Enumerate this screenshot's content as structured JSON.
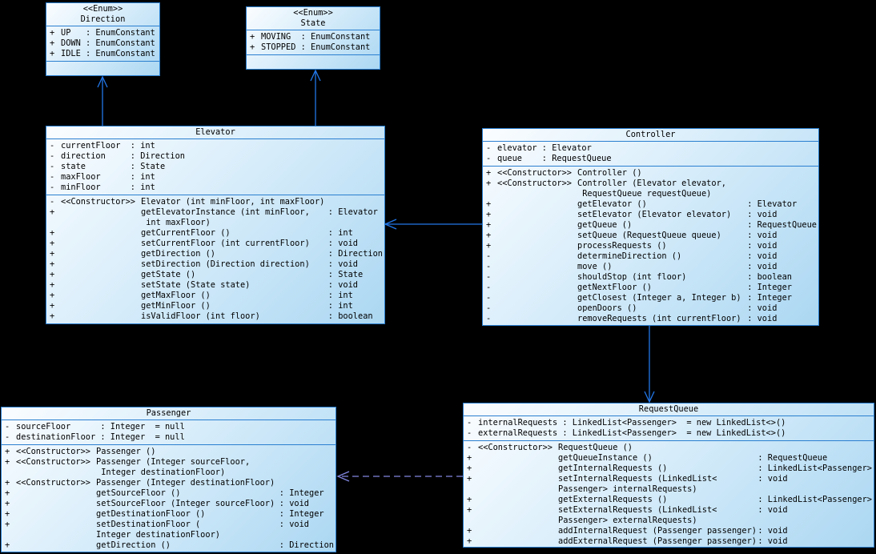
{
  "diagram": {
    "background_color": "#000000",
    "box_border_color": "#2a7fd0",
    "box_fill_top": "#fbfdff",
    "box_fill_bottom": "#abd7f2",
    "arrow_color": "#2277e8",
    "dashed_arrow_color": "#8287e0",
    "text_color": "#000000"
  },
  "classes": {
    "direction": {
      "stereotype": "<<Enum>>",
      "name": "Direction",
      "attributes": [
        {
          "v": "+",
          "text": "UP   : EnumConstant"
        },
        {
          "v": "+",
          "text": "DOWN : EnumConstant"
        },
        {
          "v": "+",
          "text": "IDLE : EnumConstant"
        }
      ],
      "methods": []
    },
    "state": {
      "stereotype": "<<Enum>>",
      "name": "State",
      "attributes": [
        {
          "v": "+",
          "text": "MOVING  : EnumConstant"
        },
        {
          "v": "+",
          "text": "STOPPED : EnumConstant"
        }
      ],
      "methods": []
    },
    "elevator": {
      "name": "Elevator",
      "attributes": [
        {
          "v": "-",
          "text": "currentFloor  : int"
        },
        {
          "v": "-",
          "text": "direction     : Direction"
        },
        {
          "v": "-",
          "text": "state         : State"
        },
        {
          "v": "-",
          "text": "maxFloor      : int"
        },
        {
          "v": "-",
          "text": "minFloor      : int"
        }
      ],
      "methods": [
        {
          "v": "-",
          "st": "<<Constructor>>",
          "sig": "Elevator (int minFloor, int maxFloor)",
          "ret": ""
        },
        {
          "v": "+",
          "st": "",
          "sig": "getElevatorInstance (int minFloor,\n int maxFloor)",
          "ret": ": Elevator"
        },
        {
          "v": "+",
          "st": "",
          "sig": "getCurrentFloor ()",
          "ret": ": int"
        },
        {
          "v": "+",
          "st": "",
          "sig": "setCurrentFloor (int currentFloor)",
          "ret": ": void"
        },
        {
          "v": "+",
          "st": "",
          "sig": "getDirection ()",
          "ret": ": Direction"
        },
        {
          "v": "+",
          "st": "",
          "sig": "setDirection (Direction direction)",
          "ret": ": void"
        },
        {
          "v": "+",
          "st": "",
          "sig": "getState ()",
          "ret": ": State"
        },
        {
          "v": "+",
          "st": "",
          "sig": "setState (State state)",
          "ret": ": void"
        },
        {
          "v": "+",
          "st": "",
          "sig": "getMaxFloor ()",
          "ret": ": int"
        },
        {
          "v": "+",
          "st": "",
          "sig": "getMinFloor ()",
          "ret": ": int"
        },
        {
          "v": "+",
          "st": "",
          "sig": "isValidFloor (int floor)",
          "ret": ": boolean"
        }
      ]
    },
    "controller": {
      "name": "Controller",
      "attributes": [
        {
          "v": "-",
          "text": "elevator : Elevator"
        },
        {
          "v": "-",
          "text": "queue    : RequestQueue"
        }
      ],
      "methods": [
        {
          "v": "+",
          "st": "<<Constructor>>",
          "sig": "Controller ()",
          "ret": ""
        },
        {
          "v": "+",
          "st": "<<Constructor>>",
          "sig": "Controller (Elevator elevator,\n RequestQueue requestQueue)",
          "ret": ""
        },
        {
          "v": "+",
          "st": "",
          "sig": "getElevator ()",
          "ret": ": Elevator"
        },
        {
          "v": "+",
          "st": "",
          "sig": "setElevator (Elevator elevator)",
          "ret": ": void"
        },
        {
          "v": "+",
          "st": "",
          "sig": "getQueue ()",
          "ret": ": RequestQueue"
        },
        {
          "v": "+",
          "st": "",
          "sig": "setQueue (RequestQueue queue)",
          "ret": ": void"
        },
        {
          "v": "+",
          "st": "",
          "sig": "processRequests ()",
          "ret": ": void"
        },
        {
          "v": "-",
          "st": "",
          "sig": "determineDirection ()",
          "ret": ": void"
        },
        {
          "v": "-",
          "st": "",
          "sig": "move ()",
          "ret": ": void"
        },
        {
          "v": "-",
          "st": "",
          "sig": "shouldStop (int floor)",
          "ret": ": boolean"
        },
        {
          "v": "-",
          "st": "",
          "sig": "getNextFloor ()",
          "ret": ": Integer"
        },
        {
          "v": "-",
          "st": "",
          "sig": "getClosest (Integer a, Integer b)",
          "ret": ": Integer"
        },
        {
          "v": "-",
          "st": "",
          "sig": "openDoors ()",
          "ret": ": void"
        },
        {
          "v": "-",
          "st": "",
          "sig": "removeRequests (int currentFloor)",
          "ret": ": void"
        }
      ]
    },
    "passenger": {
      "name": "Passenger",
      "attributes": [
        {
          "v": "-",
          "text": "sourceFloor      : Integer  = null"
        },
        {
          "v": "-",
          "text": "destinationFloor : Integer  = null"
        }
      ],
      "methods": [
        {
          "v": "+",
          "st": "<<Constructor>>",
          "sig": "Passenger ()",
          "ret": ""
        },
        {
          "v": "+",
          "st": "<<Constructor>>",
          "sig": "Passenger (Integer sourceFloor,\n Integer destinationFloor)",
          "ret": ""
        },
        {
          "v": "+",
          "st": "<<Constructor>>",
          "sig": "Passenger (Integer destinationFloor)",
          "ret": ""
        },
        {
          "v": "+",
          "st": "",
          "sig": "getSourceFloor ()",
          "ret": ": Integer"
        },
        {
          "v": "+",
          "st": "",
          "sig": "setSourceFloor (Integer sourceFloor)",
          "ret": ": void"
        },
        {
          "v": "+",
          "st": "",
          "sig": "getDestinationFloor ()",
          "ret": ": Integer"
        },
        {
          "v": "+",
          "st": "",
          "sig": "setDestinationFloor (\nInteger destinationFloor)",
          "ret": ": void"
        },
        {
          "v": "+",
          "st": "",
          "sig": "getDirection ()",
          "ret": ": Direction"
        }
      ]
    },
    "requestqueue": {
      "name": "RequestQueue",
      "attributes": [
        {
          "v": "-",
          "text": "internalRequests : LinkedList<Passenger>  = new LinkedList<>()"
        },
        {
          "v": "-",
          "text": "externalRequests : LinkedList<Passenger>  = new LinkedList<>()"
        }
      ],
      "methods": [
        {
          "v": "-",
          "st": "<<Constructor>>",
          "sig": "RequestQueue ()",
          "ret": ""
        },
        {
          "v": "+",
          "st": "",
          "sig": "getQueueInstance ()",
          "ret": ": RequestQueue"
        },
        {
          "v": "+",
          "st": "",
          "sig": "getInternalRequests ()",
          "ret": ": LinkedList<Passenger>"
        },
        {
          "v": "+",
          "st": "",
          "sig": "setInternalRequests (LinkedList<\nPassenger> internalRequests)",
          "ret": ": void"
        },
        {
          "v": "+",
          "st": "",
          "sig": "getExternalRequests ()",
          "ret": ": LinkedList<Passenger>"
        },
        {
          "v": "+",
          "st": "",
          "sig": "setExternalRequests (LinkedList<\nPassenger> externalRequests)",
          "ret": ": void"
        },
        {
          "v": "+",
          "st": "",
          "sig": "addInternalRequest (Passenger passenger)",
          "ret": ": void"
        },
        {
          "v": "+",
          "st": "",
          "sig": "addExternalRequest (Passenger passenger)",
          "ret": ": void"
        }
      ]
    }
  },
  "relationships": [
    {
      "from": "Elevator",
      "to": "Direction",
      "style": "solid",
      "arrowhead": "open"
    },
    {
      "from": "Elevator",
      "to": "State",
      "style": "solid",
      "arrowhead": "open"
    },
    {
      "from": "Controller",
      "to": "Elevator",
      "style": "solid",
      "arrowhead": "open"
    },
    {
      "from": "Controller",
      "to": "RequestQueue",
      "style": "solid",
      "arrowhead": "open"
    },
    {
      "from": "RequestQueue",
      "to": "Passenger",
      "style": "dashed",
      "arrowhead": "open"
    }
  ]
}
